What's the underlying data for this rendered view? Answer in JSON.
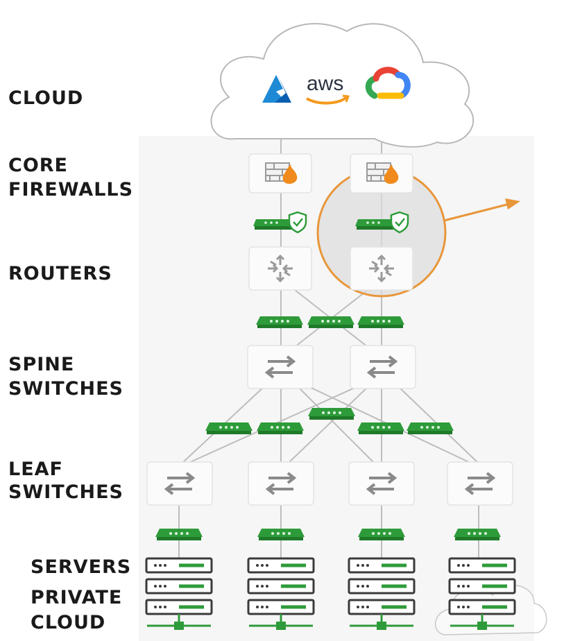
{
  "tiers": {
    "cloud": "CLOUD",
    "core_firewalls": [
      "CORE",
      "FIREWALLS"
    ],
    "routers": "ROUTERS",
    "spine_switches": [
      "SPINE",
      "SWITCHES"
    ],
    "leaf_switches": [
      "LEAF",
      "SWITCHES"
    ],
    "servers": "SERVERS",
    "private_cloud": [
      "PRIVATE",
      "CLOUD"
    ]
  },
  "cloud_providers": {
    "azure_icon": "azure-logo",
    "aws_text": "aws",
    "gcp_icon": "google-cloud-logo"
  },
  "colors": {
    "packet_green": "#2e9b3a",
    "highlight_orange": "#e8963a",
    "firewall_flame": "#f08a1c",
    "link_gray": "#bdbdbd",
    "text_dark": "#1a1a1a"
  },
  "icons": {
    "firewall": "firewall-flame-icon",
    "router": "router-arrows-icon",
    "switch": "switch-arrows-icon",
    "packet_broker": "packet-broker-icon",
    "secure_broker": "secure-packet-broker-icon",
    "server": "server-rack-icon"
  }
}
